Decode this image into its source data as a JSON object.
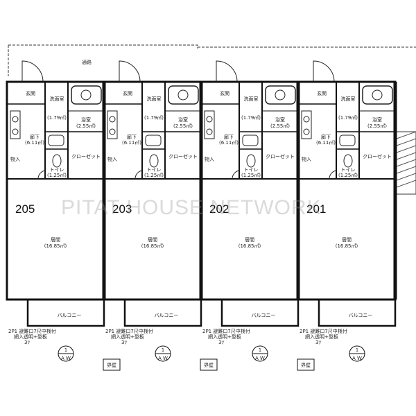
{
  "watermark": "PITAT HOUSE NETWORK",
  "corridor_label": "通路",
  "units": [
    {
      "number": "205",
      "entrance": "玄関",
      "washroom": "洗面室",
      "washroom_area": "(1.79㎡)",
      "bath": "浴室",
      "bath_area": "(2.55㎡)",
      "hall": "廊下",
      "hall_area": "(6.11㎡)",
      "closet": "クローゼット",
      "toilet": "トイレ",
      "toilet_area": "(1.25㎡)",
      "storage": "物入",
      "living": "居間",
      "living_area": "(16.85㎡)",
      "balcony": "バルコニー",
      "window_note_1": "2P1 避難口7尺中桟付",
      "window_note_2": "網入透明+型板",
      "window_note_3": "3ﾂ",
      "aw_top": "1",
      "aw_bottom": "A W",
      "party_wall": ""
    },
    {
      "number": "203",
      "entrance": "玄関",
      "washroom": "洗面室",
      "washroom_area": "(1.79㎡)",
      "bath": "浴室",
      "bath_area": "(2.55㎡)",
      "hall": "廊下",
      "hall_area": "(6.11㎡)",
      "closet": "クローゼット",
      "toilet": "トイレ",
      "toilet_area": "(1.25㎡)",
      "storage": "物入",
      "living": "居間",
      "living_area": "(16.85㎡)",
      "balcony": "バルコニー",
      "window_note_1": "2P1 避難口7尺中桟付",
      "window_note_2": "網入透明+型板",
      "window_note_3": "3ﾂ",
      "aw_top": "1",
      "aw_bottom": "A W",
      "party_wall": "界壁"
    },
    {
      "number": "202",
      "entrance": "玄関",
      "washroom": "洗面室",
      "washroom_area": "(1.79㎡)",
      "bath": "浴室",
      "bath_area": "(2.55㎡)",
      "hall": "廊下",
      "hall_area": "(6.11㎡)",
      "closet": "クローゼット",
      "toilet": "トイレ",
      "toilet_area": "(1.25㎡)",
      "storage": "物入",
      "living": "居間",
      "living_area": "(16.85㎡)",
      "balcony": "バルコニー",
      "window_note_1": "2P1 避難口7尺中桟付",
      "window_note_2": "網入透明+型板",
      "window_note_3": "3ﾂ",
      "aw_top": "1",
      "aw_bottom": "A W",
      "party_wall": "界壁"
    },
    {
      "number": "201",
      "entrance": "玄関",
      "washroom": "洗面室",
      "washroom_area": "(1.79㎡)",
      "bath": "浴室",
      "bath_area": "(2.55㎡)",
      "hall": "廊下",
      "hall_area": "(6.11㎡)",
      "closet": "クローゼット",
      "toilet": "トイレ",
      "toilet_area": "(1.25㎡)",
      "storage": "物入",
      "living": "居間",
      "living_area": "(16.85㎡)",
      "balcony": "バルコニー",
      "window_note_1": "2P1 避難口7尺中桟付",
      "window_note_2": "網入透明+型板",
      "window_note_3": "3ﾂ",
      "aw_top": "1",
      "aw_bottom": "A W",
      "party_wall": "界壁"
    }
  ]
}
